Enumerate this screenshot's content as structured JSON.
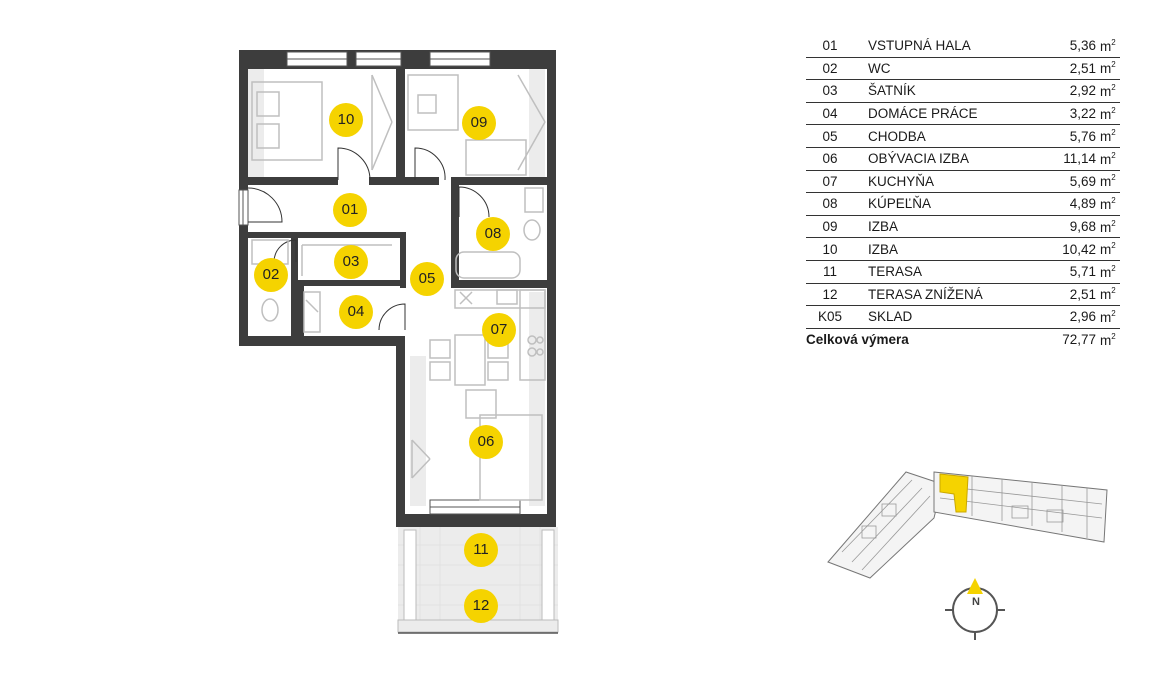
{
  "rooms": [
    {
      "num": "01",
      "name": "VSTUPNÁ HALA",
      "area": "5,36",
      "unit": "m",
      "exp": "2"
    },
    {
      "num": "02",
      "name": "WC",
      "area": "2,51",
      "unit": "m",
      "exp": "2"
    },
    {
      "num": "03",
      "name": "ŠATNÍK",
      "area": "2,92",
      "unit": "m",
      "exp": "2"
    },
    {
      "num": "04",
      "name": "DOMÁCE PRÁCE",
      "area": "3,22",
      "unit": "m",
      "exp": "2"
    },
    {
      "num": "05",
      "name": "CHODBA",
      "area": "5,76",
      "unit": "m",
      "exp": "2"
    },
    {
      "num": "06",
      "name": "OBÝVACIA IZBA",
      "area": "11,14",
      "unit": "m",
      "exp": "2"
    },
    {
      "num": "07",
      "name": "KUCHYŇA",
      "area": "5,69",
      "unit": "m",
      "exp": "2"
    },
    {
      "num": "08",
      "name": "KÚPEĽŇA",
      "area": "4,89",
      "unit": "m",
      "exp": "2"
    },
    {
      "num": "09",
      "name": "IZBA",
      "area": "9,68",
      "unit": "m",
      "exp": "2"
    },
    {
      "num": "10",
      "name": "IZBA",
      "area": "10,42",
      "unit": "m",
      "exp": "2"
    },
    {
      "num": "11",
      "name": "TERASA",
      "area": "5,71",
      "unit": "m",
      "exp": "2"
    },
    {
      "num": "12",
      "name": "TERASA ZNÍŽENÁ",
      "area": "2,51",
      "unit": "m",
      "exp": "2"
    },
    {
      "num": "K05",
      "name": "SKLAD",
      "area": "2,96",
      "unit": "m",
      "exp": "2"
    }
  ],
  "total": {
    "label": "Celková výmera",
    "area": "72,77",
    "unit": "m",
    "exp": "2"
  },
  "tags": {
    "r01": "01",
    "r02": "02",
    "r03": "03",
    "r04": "04",
    "r05": "05",
    "r06": "06",
    "r07": "07",
    "r08": "08",
    "r09": "09",
    "r10": "10",
    "r11": "11",
    "r12": "12"
  },
  "compass": {
    "label": "N"
  },
  "colors": {
    "wall": "#3d3d3d",
    "highlight": "#f5d300",
    "furniture": "#bfbfbf"
  }
}
